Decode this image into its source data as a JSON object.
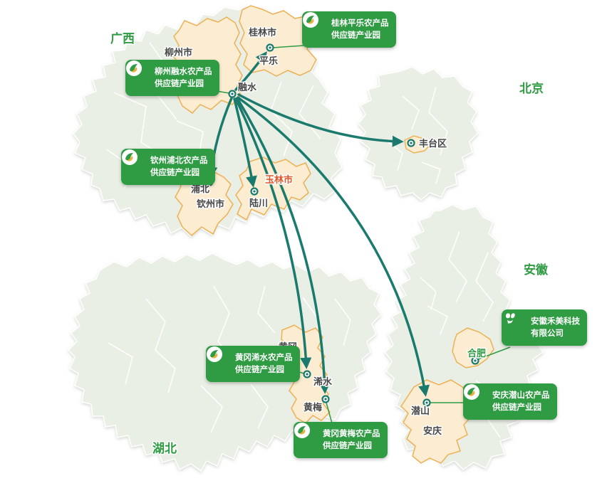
{
  "provinces": {
    "guangxi": "广西",
    "beijing": "北京",
    "anhui": "安徽",
    "hubei": "湖北"
  },
  "places": {
    "liuzhou": "柳州市",
    "guilin": "桂林市",
    "pingle": "平乐",
    "rongshui": "融水",
    "pubei": "浦北",
    "qinzhou": "钦州市",
    "yulin": "玉林市",
    "luchuan": "陆川",
    "fengtai": "丰台区",
    "huanggang": "黄冈",
    "xishui": "浠水",
    "huangmei": "黄梅",
    "qianshan": "潜山",
    "anqing": "安庆",
    "hefei": "合肥"
  },
  "callouts": [
    {
      "line1": "桂林平乐农产品",
      "line2": "供应链产业园"
    },
    {
      "line1": "柳州融水农产品",
      "line2": "供应链产业园"
    },
    {
      "line1": "钦州浦北农产品",
      "line2": "供应链产业园"
    },
    {
      "line1": "黄冈浠水农产品",
      "line2": "供应链产业园"
    },
    {
      "line1": "黄冈黄梅农产品",
      "line2": "供应链产业园"
    },
    {
      "line1": "安庆潜山农产品",
      "line2": "供应链产业园"
    },
    {
      "line1": "安徽禾美科技",
      "line2": "有限公司"
    }
  ],
  "colors": {
    "callout_green": "#2f9b43",
    "arrow_teal": "#1a7a6d",
    "highlight_fill": "#fcedd2",
    "highlight_stroke": "#edb054",
    "province_fill": "#e9efe5",
    "province_label_green": "#2f9b43",
    "yulin_label_red": "#e0572c"
  }
}
